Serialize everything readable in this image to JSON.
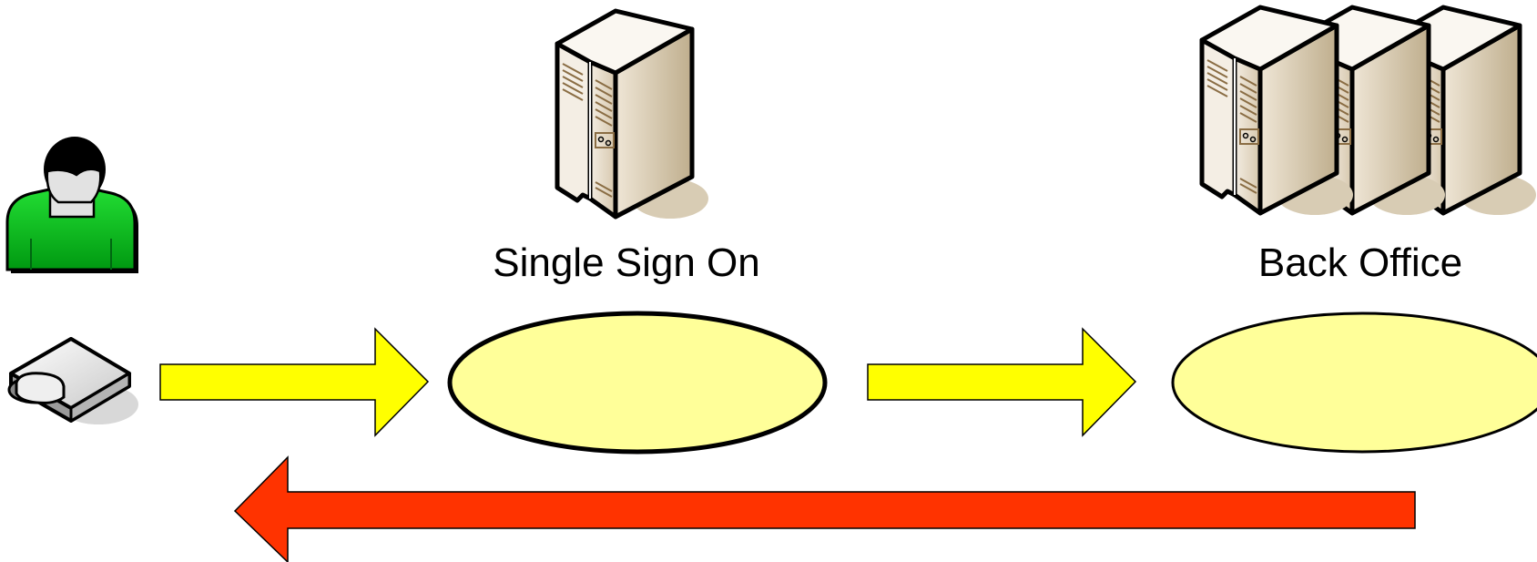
{
  "nodes": {
    "user": {
      "icon": "person-icon"
    },
    "client_device": {
      "icon": "smart-card-reader-icon"
    },
    "sso": {
      "label": "Single Sign On",
      "icon": "server-tower-icon"
    },
    "back_office": {
      "label": "Back Office",
      "icon": "server-cluster-icon"
    }
  },
  "arrows": [
    {
      "from": "client_device",
      "to": "sso",
      "direction": "right",
      "color": "#ffff00"
    },
    {
      "from": "sso",
      "to": "back_office",
      "direction": "right",
      "color": "#ffff00"
    },
    {
      "from": "back_office",
      "to": "client_device",
      "direction": "left",
      "color": "#ff3300"
    }
  ],
  "colors": {
    "ellipse_fill": "#ffff99",
    "outline": "#000000",
    "person_shirt": "#00cc22",
    "server_body": "#e6dccb",
    "server_shadow": "#d8ccb4"
  }
}
